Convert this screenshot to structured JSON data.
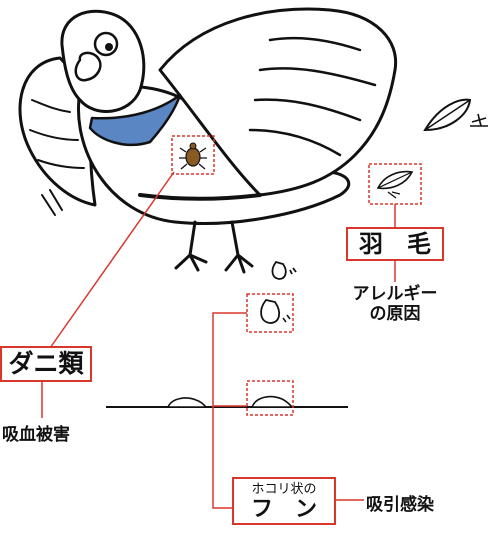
{
  "labels": {
    "mites_title": "ダニ類",
    "mites_effect": "吸血被害",
    "feather_title": "羽　毛",
    "feather_effect": "アレルギー\nの原因",
    "droppings_prefix": "ホコリ状の",
    "droppings_title": "フ　ン",
    "droppings_effect": "吸引感染"
  },
  "colors": {
    "accent": "#d9362c",
    "collar": "#5b86c4",
    "ink": "#111111"
  },
  "icons": [
    "pigeon-illustration",
    "mite-icon",
    "feather-icon",
    "dropping-icon",
    "dust-mound-icon"
  ]
}
